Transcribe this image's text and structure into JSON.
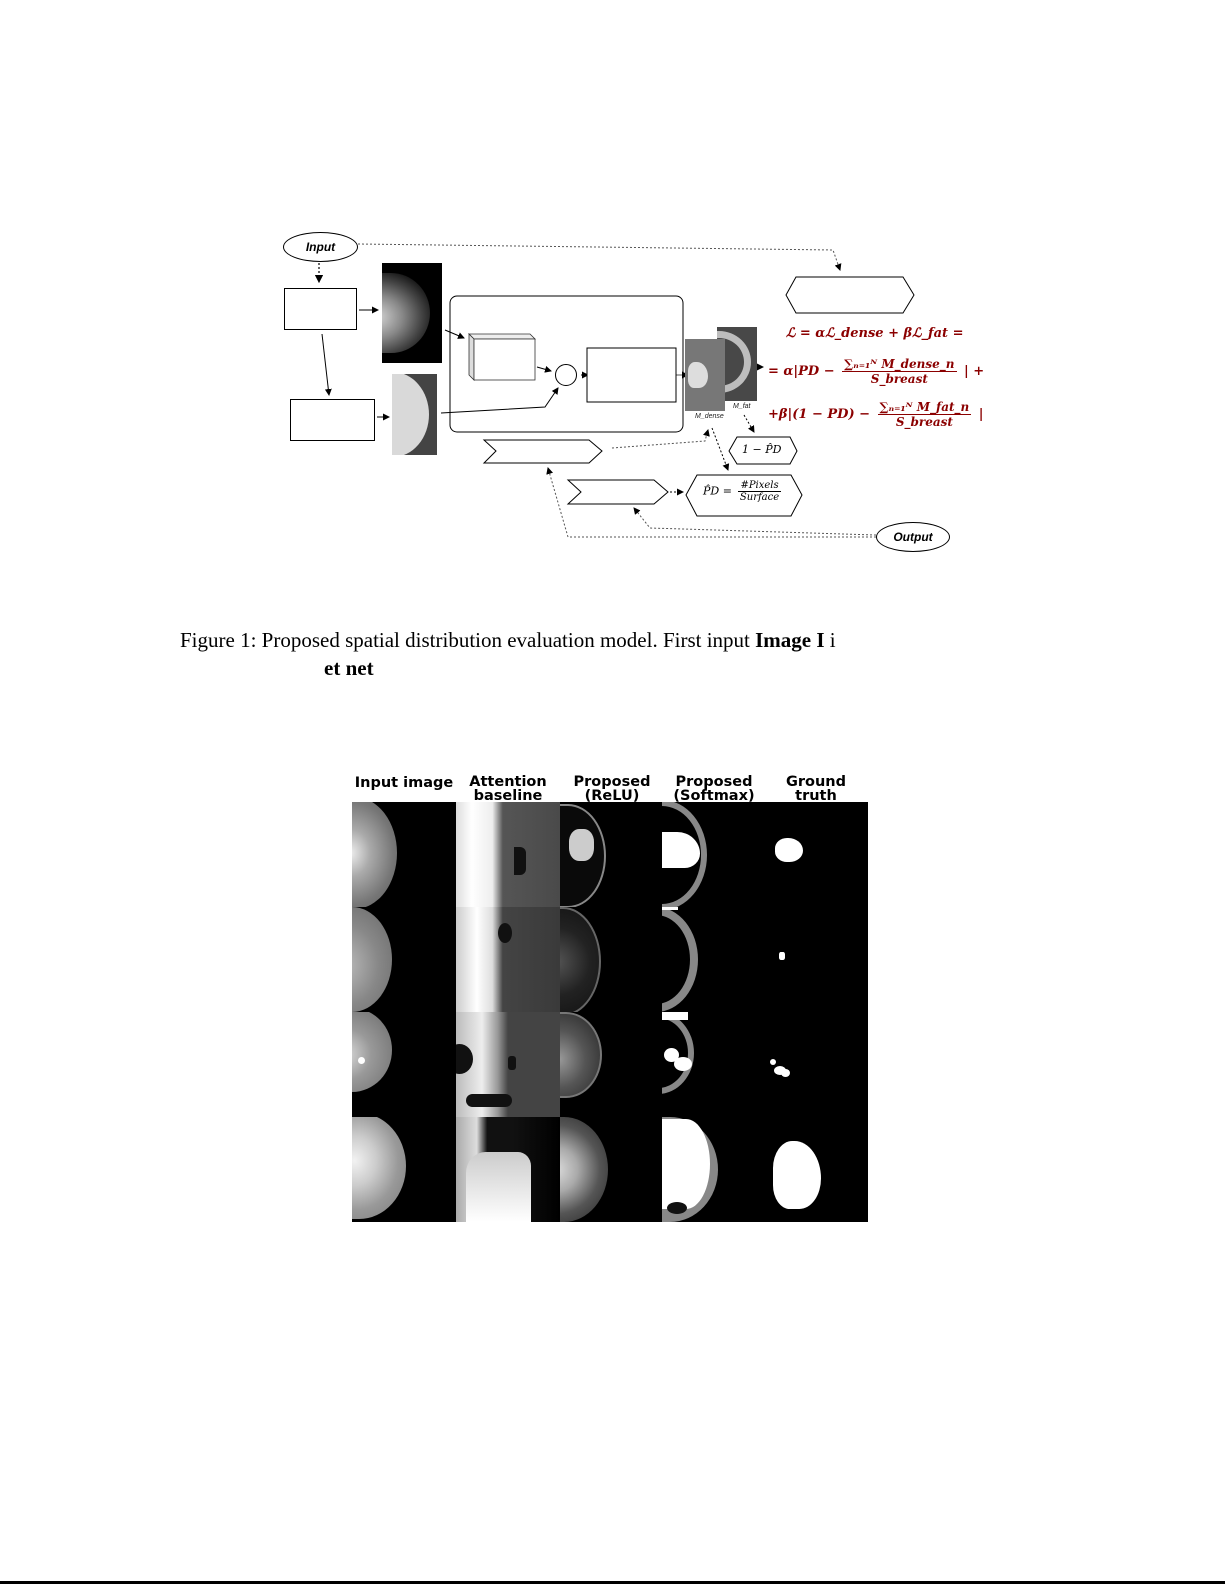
{
  "figure1": {
    "nodes": {
      "input_label": "Input",
      "output_label": "Output",
      "m_dense_label": "M_dense",
      "m_fat_label": "M_fat"
    },
    "equations": {
      "loss_line1": "ℒ = αℒ_dense + βℒ_fat =",
      "loss_line2_prefix": "= α|PD −",
      "loss_line2_num": "∑ₙ₌₁ᴺ M_dense_n",
      "loss_line2_den": "S_breast",
      "loss_line2_suffix": "| +",
      "loss_line3_prefix": "+β|(1 − PD) −",
      "loss_line3_num": "∑ₙ₌₁ᴺ M_fat_n",
      "loss_line3_den": "S_breast",
      "loss_line3_suffix": "|",
      "one_minus_pd": "1 − P̂D",
      "pd_hat_prefix": "P̂D =",
      "pd_hat_num": "#Pixels",
      "pd_hat_den": "Surface"
    },
    "caption": {
      "line1_prefix": "Figure 1:  Proposed spatial distribution evaluation model.  First input ",
      "line1_bold": "Image I",
      "line1_suffix": " i",
      "line2_bold": "et  net"
    }
  },
  "figure2": {
    "column_headers": [
      {
        "line1": "",
        "line2": "Input image"
      },
      {
        "line1": "Attention",
        "line2": "baseline"
      },
      {
        "line1": "Proposed",
        "line2": "(ReLU)"
      },
      {
        "line1": "Proposed",
        "line2": "(Softmax)"
      },
      {
        "line1": "Ground",
        "line2": "truth"
      }
    ],
    "rows": 4
  }
}
